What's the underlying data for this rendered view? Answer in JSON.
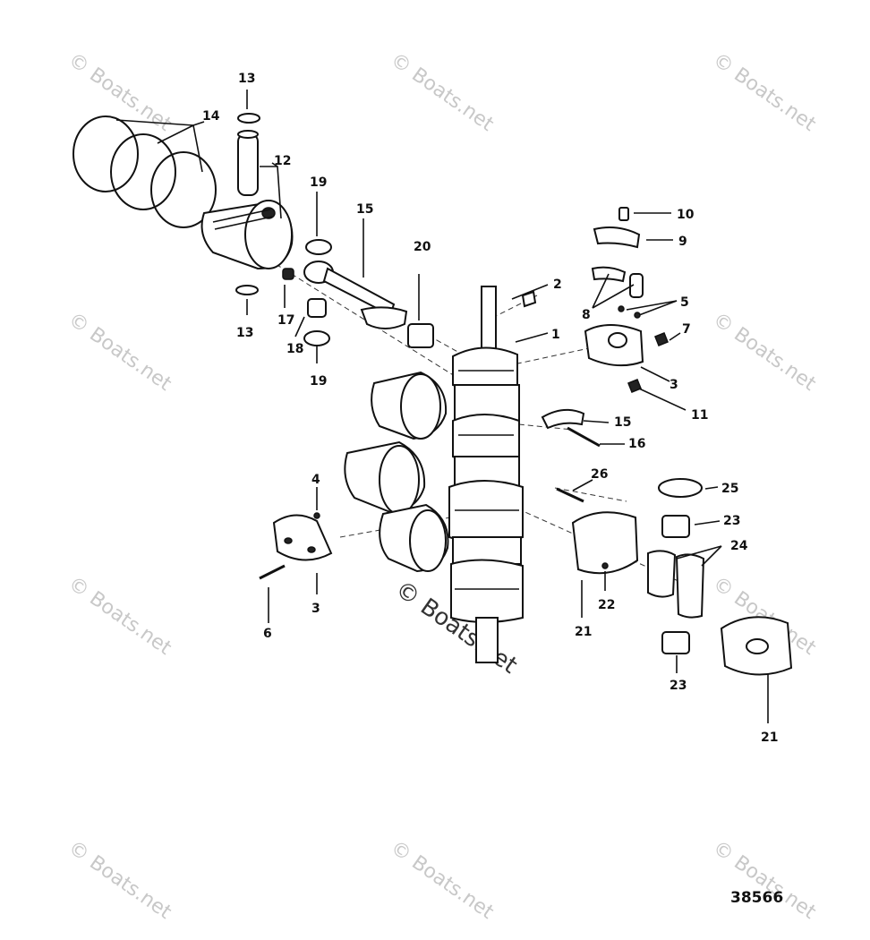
{
  "watermark": "© Boats.net",
  "figure_number": "38566",
  "callouts": [
    "1",
    "2",
    "3",
    "3",
    "4",
    "5",
    "6",
    "7",
    "8",
    "9",
    "10",
    "11",
    "12",
    "13",
    "13",
    "14",
    "15",
    "15",
    "16",
    "17",
    "18",
    "19",
    "19",
    "20",
    "21",
    "21",
    "22",
    "23",
    "23",
    "24",
    "25",
    "26"
  ]
}
